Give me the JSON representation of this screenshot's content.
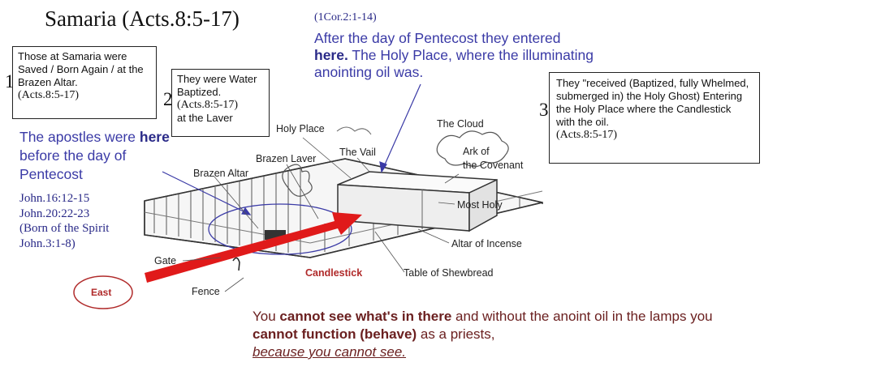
{
  "title": "Samaria (Acts.8:5-17)",
  "top_ref": "(1Cor.2:1-14)",
  "pentecost": {
    "pre": "After the day of Pentecost they entered",
    "bold": "here.",
    "post": "The Holy Place, where the illuminating anointing oil was."
  },
  "boxes": [
    {
      "number": "1",
      "text": "Those at Samaria were Saved / Born Again / at the Brazen Altar.",
      "ref": "(Acts.8:5-17)"
    },
    {
      "number": "2",
      "text": "They were Water Baptized.",
      "ref": "(Acts.8:5-17)",
      "text2": "at the Laver"
    },
    {
      "number": "3",
      "text": "They \"received (Baptized, fully Whelmed, submerged in) the Holy Ghost) Entering the Holy Place where the Candlestick with the oil.",
      "ref": "(Acts.8:5-17)"
    }
  ],
  "apostles": {
    "pre": "The apostles were",
    "bold": "here",
    "post": "before the day of Pentecost"
  },
  "refs": [
    "John.16:12-15",
    "John.20:22-23",
    "(Born of the Spirit",
    "John.3:1-8)"
  ],
  "labels": {
    "holy_place": "Holy Place",
    "the_cloud": "The Cloud",
    "the_vail": "The Vail",
    "ark_line1": "Ark of",
    "ark_line2": "the Covenant",
    "brazen_laver": "Brazen Laver",
    "brazen_altar": "Brazen Altar",
    "most_holy": "Most Holy",
    "altar_incense": "Altar of Incense",
    "table_shewbread": "Table of Shewbread",
    "candlestick": "Candlestick",
    "gate": "Gate",
    "fence": "Fence",
    "east": "East"
  },
  "bottom": {
    "p1": "You",
    "b1": "cannot see what's in there",
    "p2": "and without the anoint oil in the lamps you",
    "b2": "cannot function (behave)",
    "p3": "as a priests,",
    "u": "because you cannot see."
  },
  "colors": {
    "blue": "#3a3aa6",
    "navy": "#2a2a88",
    "darkred": "#6b2020",
    "arrow": "#e01a1a",
    "candlestick": "#b02a2a"
  }
}
